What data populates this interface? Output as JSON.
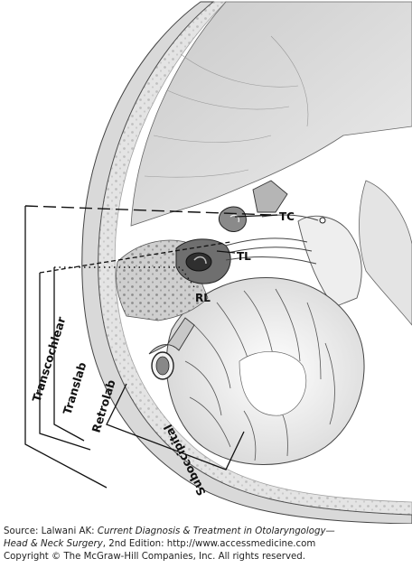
{
  "diagram": {
    "labels": {
      "tc": "TC",
      "tl": "TL",
      "rl": "RL"
    },
    "approaches": {
      "transcochlear": "Transcochlear",
      "translab": "Translab",
      "retrolab": "Retrolab",
      "subocciptal": "Suboccipital"
    }
  },
  "caption": {
    "source_prefix": "Source: Lalwani AK: ",
    "source_title": "Current Diagnosis & Treatment in Otolaryngology—",
    "source_title2": "Head & Neck Surgery",
    "source_rest": ", 2nd Edition: http://www.accessmedicine.com",
    "copyright": "Copyright © The McGraw-Hill Companies, Inc. All rights reserved."
  }
}
